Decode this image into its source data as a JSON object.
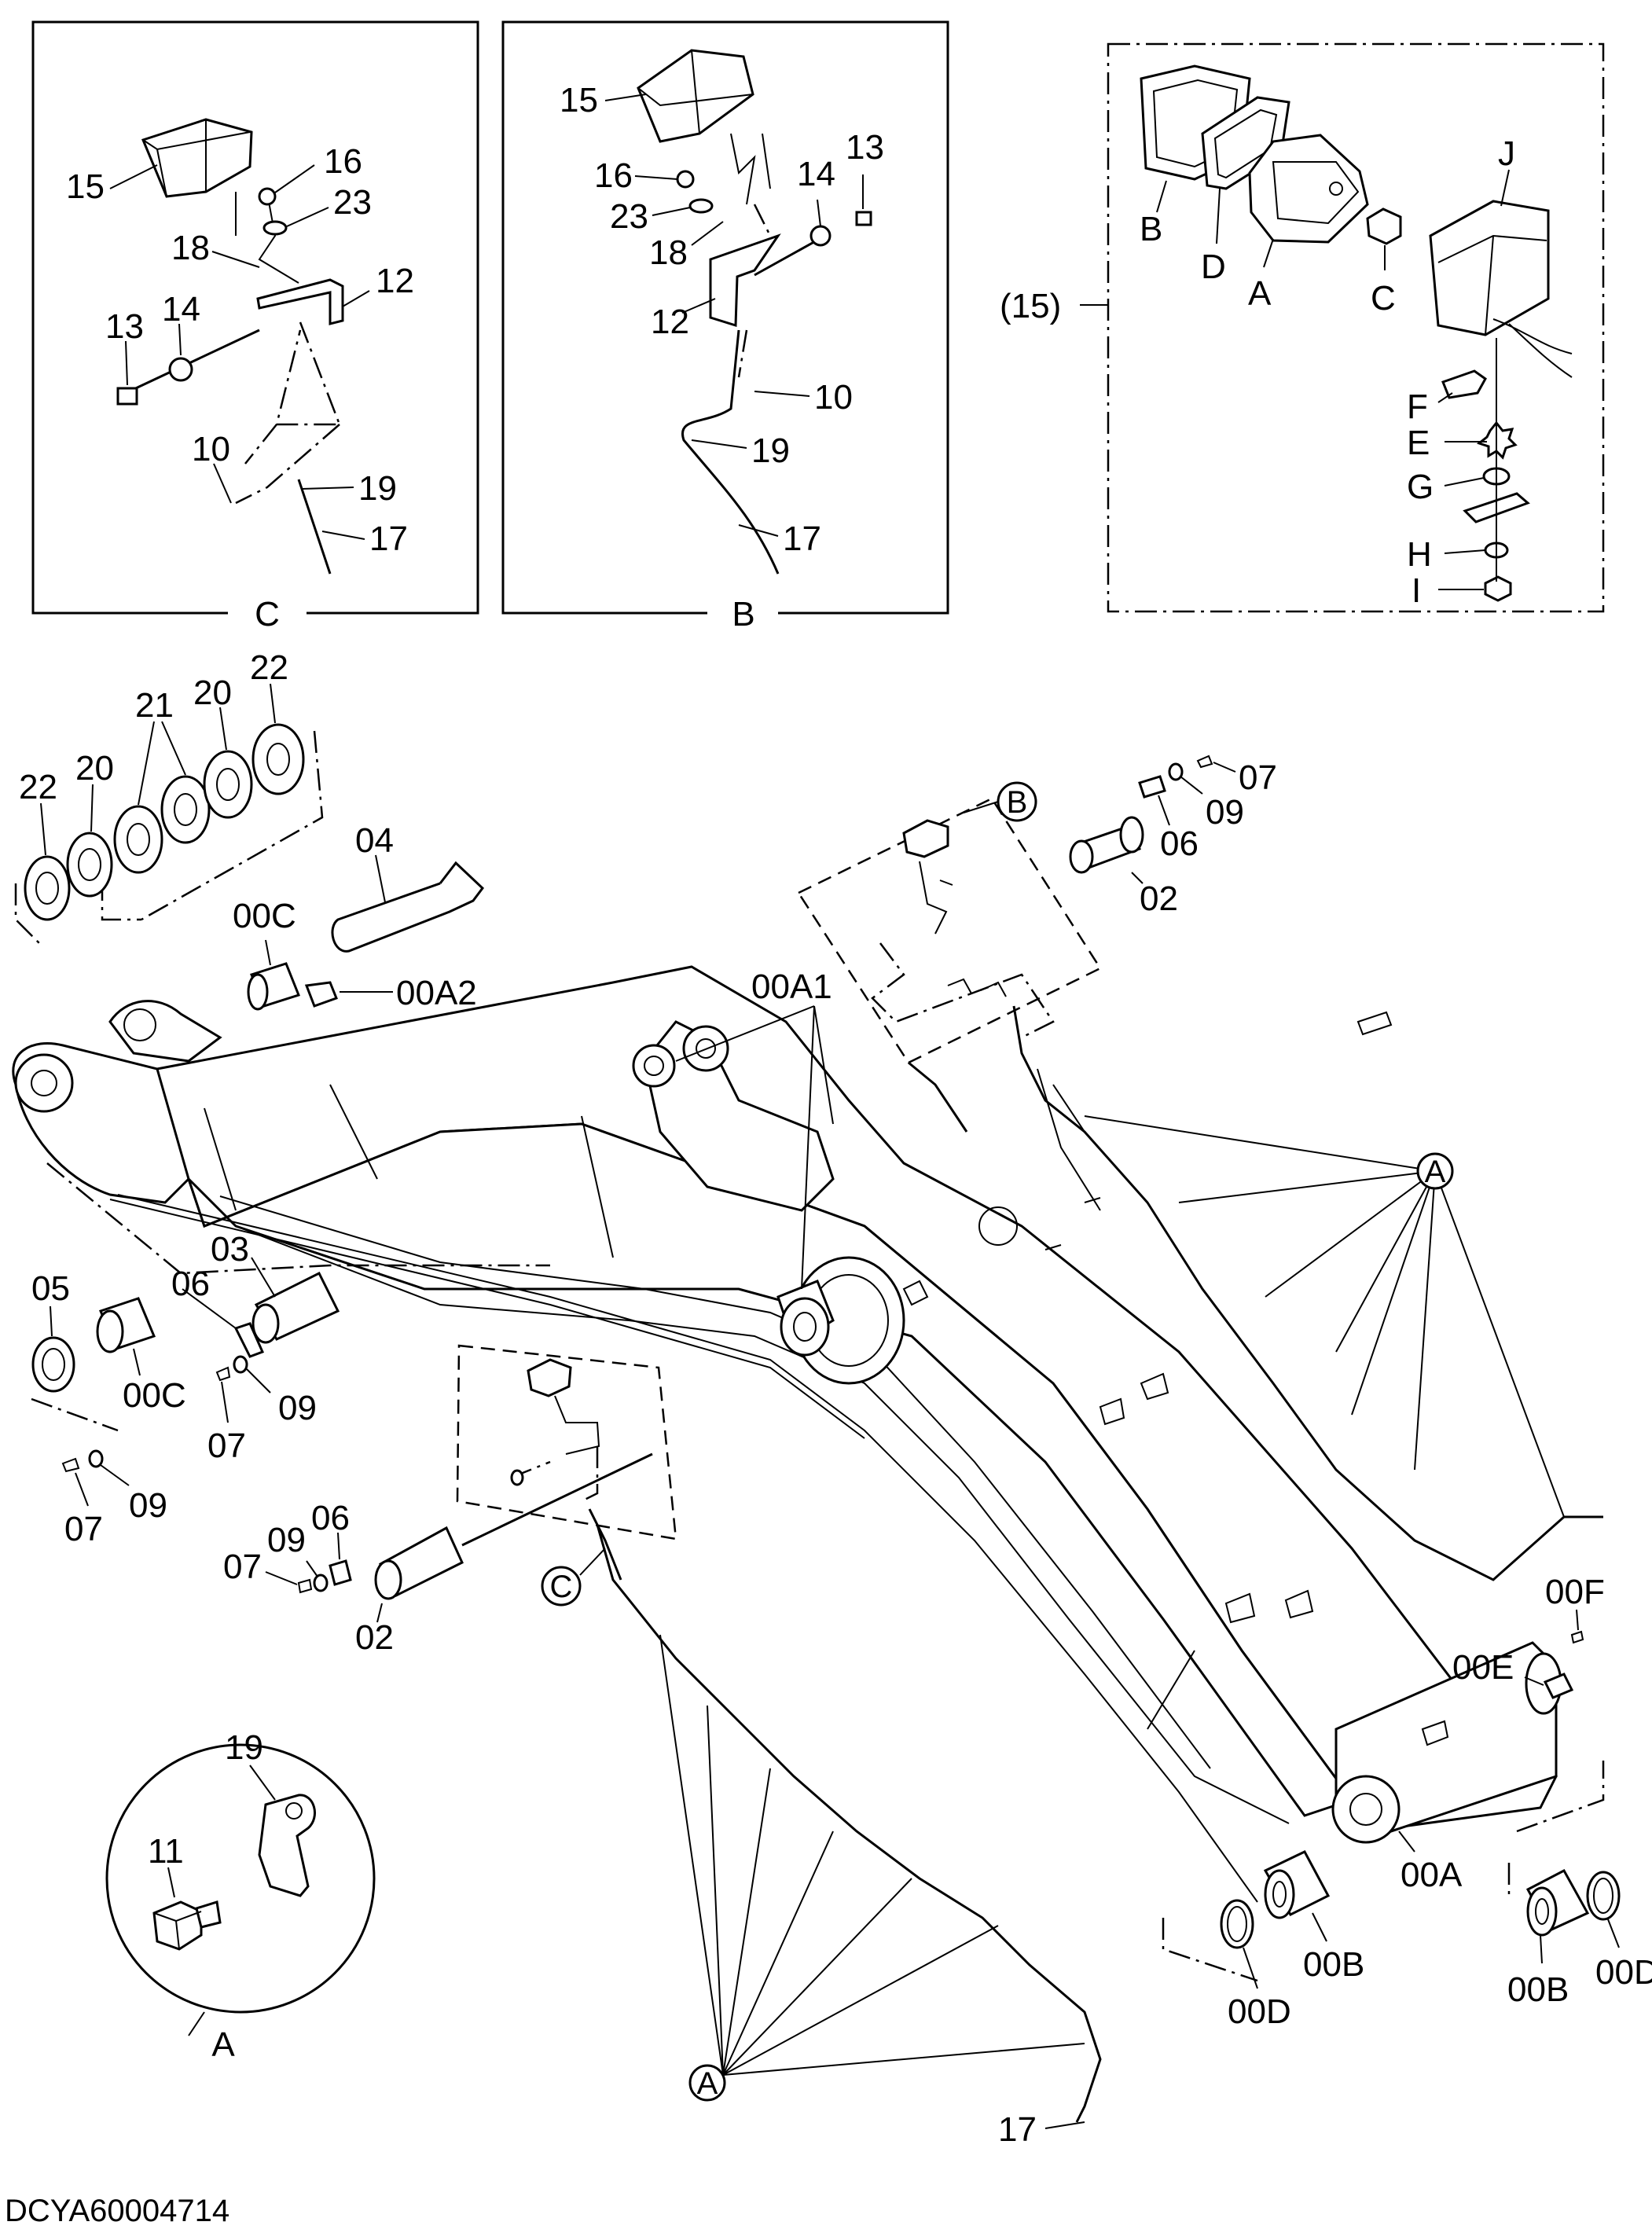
{
  "drawing_code": "DCYA60004714",
  "views": {
    "view_c_title": "C",
    "view_b_title": "B",
    "lamp_assy_ref": "(15)",
    "detail_a_title": "A"
  },
  "parts": {
    "p02": "02",
    "p03": "03",
    "p04": "04",
    "p05": "05",
    "p06": "06",
    "p07": "07",
    "p09": "09",
    "p10": "10",
    "p11": "11",
    "p12": "12",
    "p13": "13",
    "p14": "14",
    "p15": "15",
    "p16": "16",
    "p17": "17",
    "p18": "18",
    "p19": "19",
    "p20": "20",
    "p21": "21",
    "p22": "22",
    "p23": "23",
    "p00A": "00A",
    "p00A1": "00A1",
    "p00A2": "00A2",
    "p00B": "00B",
    "p00C": "00C",
    "p00D": "00D",
    "p00E": "00E",
    "p00F": "00F"
  },
  "lamp_parts": {
    "a": "A",
    "b": "B",
    "c": "C",
    "d": "D",
    "e": "E",
    "f": "F",
    "g": "G",
    "h": "H",
    "i": "I",
    "j": "J"
  },
  "callouts": {
    "a": "A",
    "b": "B",
    "c": "C"
  }
}
